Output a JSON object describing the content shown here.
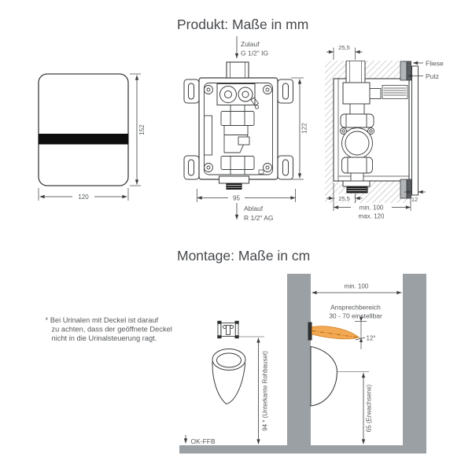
{
  "product": {
    "title": "Produkt: Maße in mm",
    "front_view": {
      "width": "120",
      "height": "152"
    },
    "box_view": {
      "inlet_title": "Zulauf",
      "inlet_spec": "G 1/2\" IG",
      "height": "122",
      "width": "95",
      "outlet_title": "Ablauf",
      "outlet_spec": "R 1/2\" AG"
    },
    "side_view": {
      "pipe_offset_top": "25,5",
      "tile": "Fliese",
      "plaster": "Putz",
      "pipe_offset_bottom": "25,5",
      "depth_min": "min. 100",
      "depth_max": "max. 120",
      "finish_thickness": "12"
    }
  },
  "montage": {
    "title": "Montage: Maße in cm",
    "footnote": [
      "* Bei Urinalen mit Deckel ist darauf",
      "zu achten, dass der geöffnete Deckel",
      "nicht in die Urinalsteuerung ragt."
    ],
    "room_width": "min. 100",
    "detection_line1": "Ansprechbereich",
    "detection_line2": "30 - 70 einstellbar",
    "beam_angle": "12°",
    "install_height": "94 * (Unterkante Rohbauset)",
    "rim_height": "65 (Erwachsene)",
    "floor_ref": "OK-FFB"
  },
  "colors": {
    "line": "#3b3d3f",
    "text": "#54575b",
    "title": "#45484c",
    "wall_gray": "#9ba0a4",
    "beam_fill": "#f3a854",
    "beam_stroke": "#d08122",
    "stripe_black": "#0d0d0d",
    "hatch": "#9e9e9e"
  }
}
